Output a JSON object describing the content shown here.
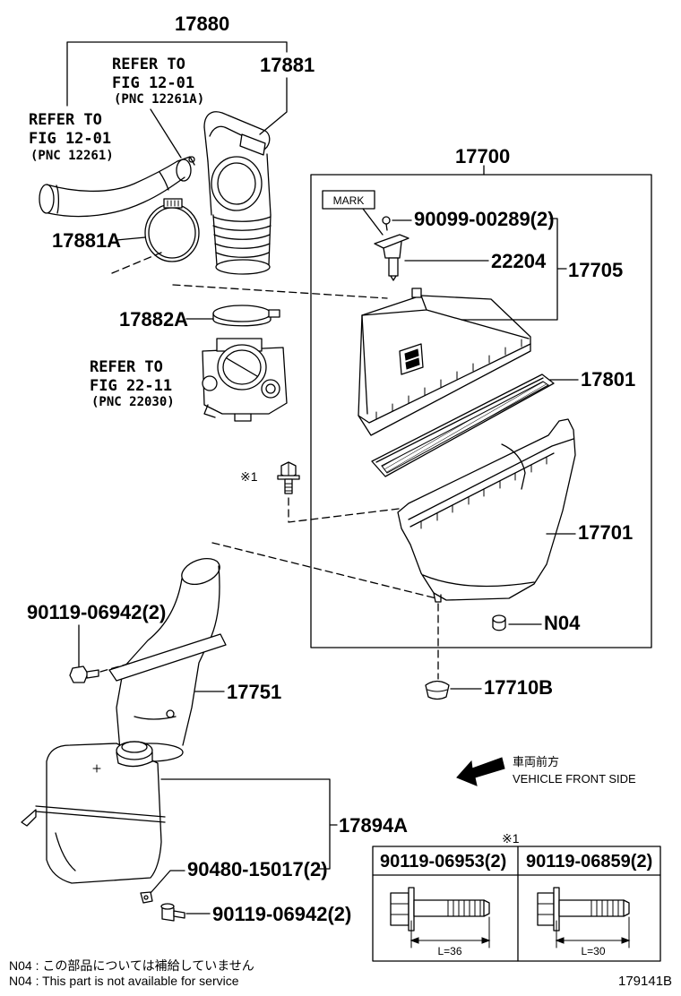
{
  "callouts": {
    "c17880": "17880",
    "c17881": "17881",
    "c17700": "17700",
    "c17881A": "17881A",
    "c90099": "90099-00289(2)",
    "c22204": "22204",
    "c17705": "17705",
    "c17882A": "17882A",
    "c17801": "17801",
    "c17701": "17701",
    "c90119a": "90119-06942(2)",
    "cN04": "N04",
    "c17751": "17751",
    "c17710B": "17710B",
    "c17894A": "17894A",
    "c90480": "90480-15017(2)",
    "c90119b": "90119-06942(2)"
  },
  "mark_label": "MARK",
  "star_ref": "※1",
  "refer_notes": [
    {
      "line1": "REFER TO",
      "line2": "FIG 12-01",
      "line3": "(PNC 12261A)"
    },
    {
      "line1": "REFER TO",
      "line2": "FIG 12-01",
      "line3": "(PNC 12261)"
    },
    {
      "line1": "REFER TO",
      "line2": "FIG 22-11",
      "line3": "(PNC 22030)"
    }
  ],
  "direction": {
    "ja": "車両前方",
    "en": "VEHICLE FRONT SIDE"
  },
  "bolt_table": {
    "ref": "※1",
    "columns": [
      {
        "part": "90119-06953(2)",
        "length": "L=36"
      },
      {
        "part": "90119-06859(2)",
        "length": "L=30"
      }
    ]
  },
  "footnotes": [
    "N04 : この部品については補給していません",
    "N04 : This part is not available for service"
  ],
  "figure_code": "179141B"
}
